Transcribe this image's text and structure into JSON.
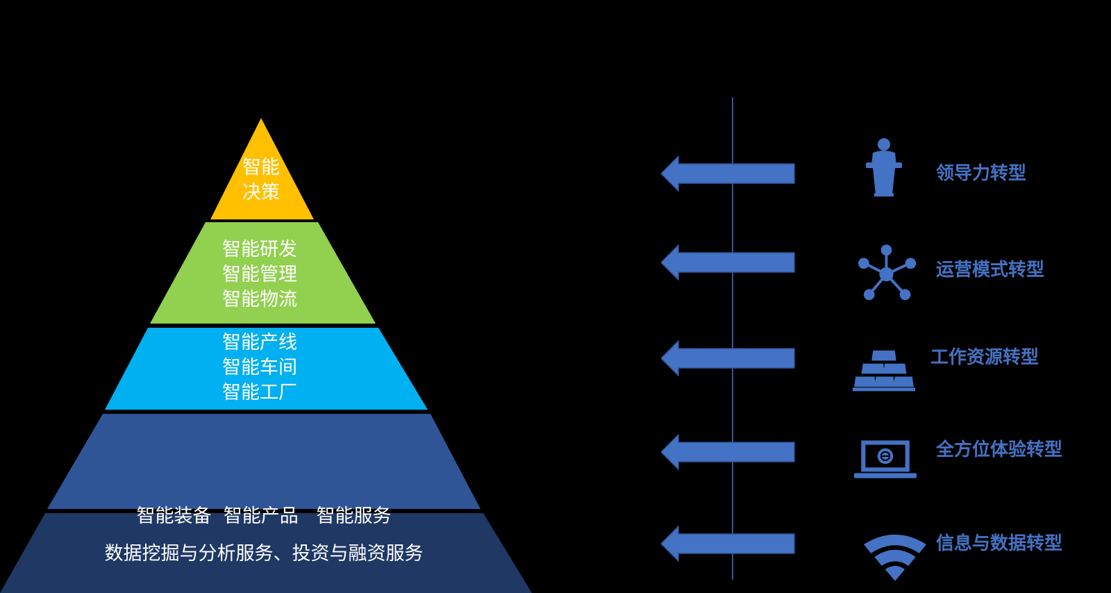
{
  "pyramid": {
    "colors": {
      "top": "#FFC000",
      "second": "#92D050",
      "third": "#00B0F0",
      "fourth": "#2F5597",
      "base": "#1F3864"
    },
    "layers": [
      {
        "key": "top",
        "lines": [
          "智能",
          "决策"
        ]
      },
      {
        "key": "second",
        "lines": [
          "智能研发",
          "智能管理",
          "智能物流"
        ]
      },
      {
        "key": "third",
        "lines": [
          "智能产线",
          "智能车间",
          "智能工厂"
        ]
      },
      {
        "key": "fourth",
        "lines": [
          "智能装备  智能产品   智能服务"
        ]
      },
      {
        "key": "base",
        "lines": [
          "数据挖掘与分析服务、投资与融资服务"
        ]
      }
    ]
  },
  "transformations": {
    "accent_color": "#4472C4",
    "items": [
      {
        "label": "领导力转型",
        "icon": "speaker-podium-icon"
      },
      {
        "label": "运营模式转型",
        "icon": "network-hub-icon"
      },
      {
        "label": "工作资源转型",
        "icon": "gold-bars-icon"
      },
      {
        "label": "全方位体验转型",
        "icon": "laptop-icon"
      },
      {
        "label": "信息与数据转型",
        "icon": "wifi-signal-icon"
      }
    ]
  }
}
